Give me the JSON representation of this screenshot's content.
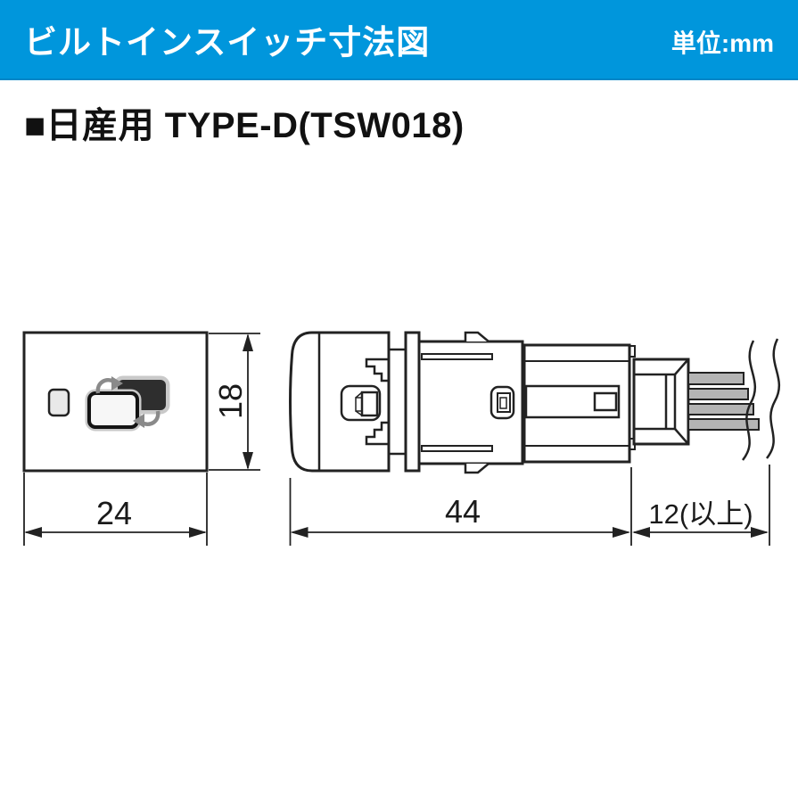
{
  "header": {
    "title": "ビルトインスイッチ寸法図",
    "unit_label": "単位:mm",
    "bar_color": "#0096dc"
  },
  "section": {
    "heading": "■日産用 TYPE-D(TSW018)"
  },
  "diagram": {
    "unit": "mm",
    "front_view": {
      "width_mm": "24",
      "height_mm": "18"
    },
    "side_view": {
      "length_mm": "44",
      "wire_min_length_mm": "12(以上)"
    },
    "colors": {
      "line": "#222222",
      "wire_gray": "#b4b4b4",
      "icon_dark_mirror": "#2e2e2e",
      "icon_arrow_gray": "#8a8a8a"
    }
  }
}
